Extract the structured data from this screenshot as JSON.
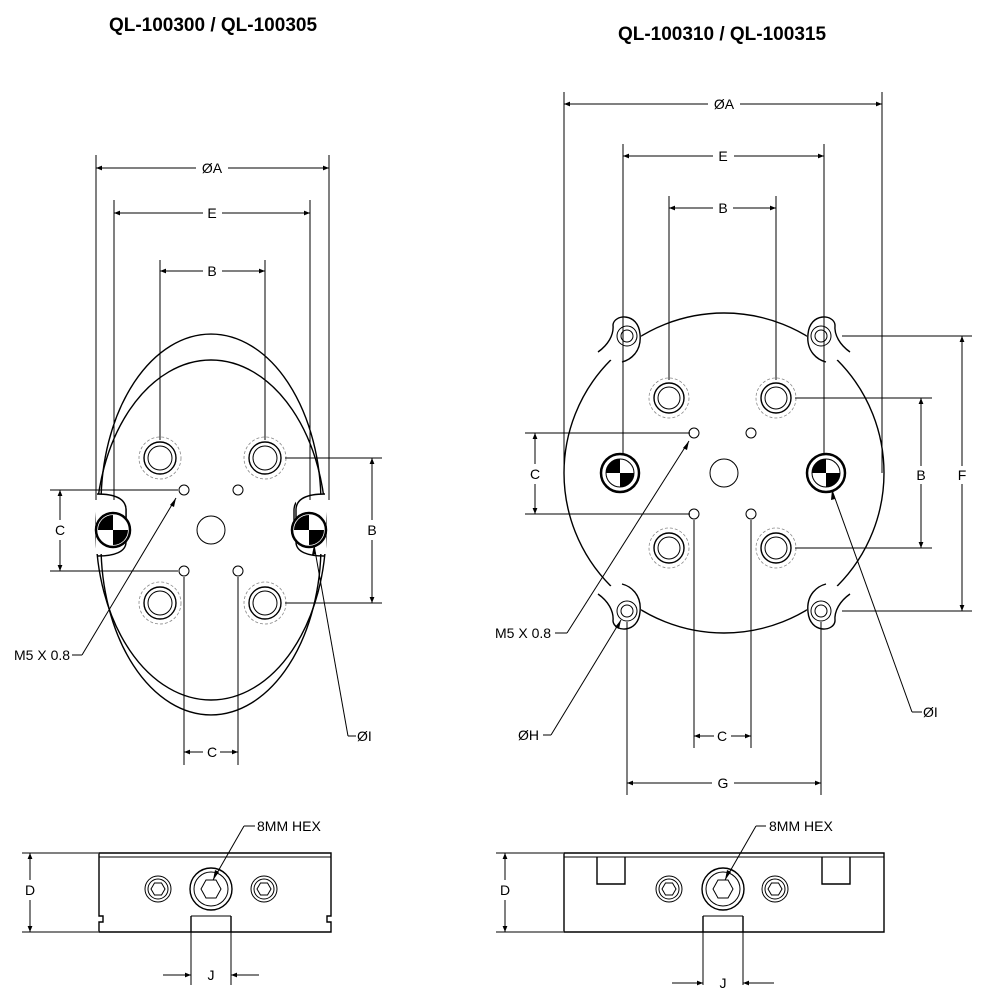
{
  "titles": {
    "left": "QL-100300 / QL-100305",
    "right": "QL-100310 / QL-100315"
  },
  "dims": {
    "dia_a": "ØA",
    "e": "E",
    "b": "B",
    "c": "C",
    "f": "F",
    "g": "G",
    "d": "D",
    "j": "J",
    "dia_h": "ØH",
    "dia_i": "ØI"
  },
  "callouts": {
    "thread": "M5 X 0.8",
    "hex": "8MM HEX"
  },
  "colors": {
    "line": "#000000",
    "hidden": "#888888",
    "background": "#ffffff"
  }
}
